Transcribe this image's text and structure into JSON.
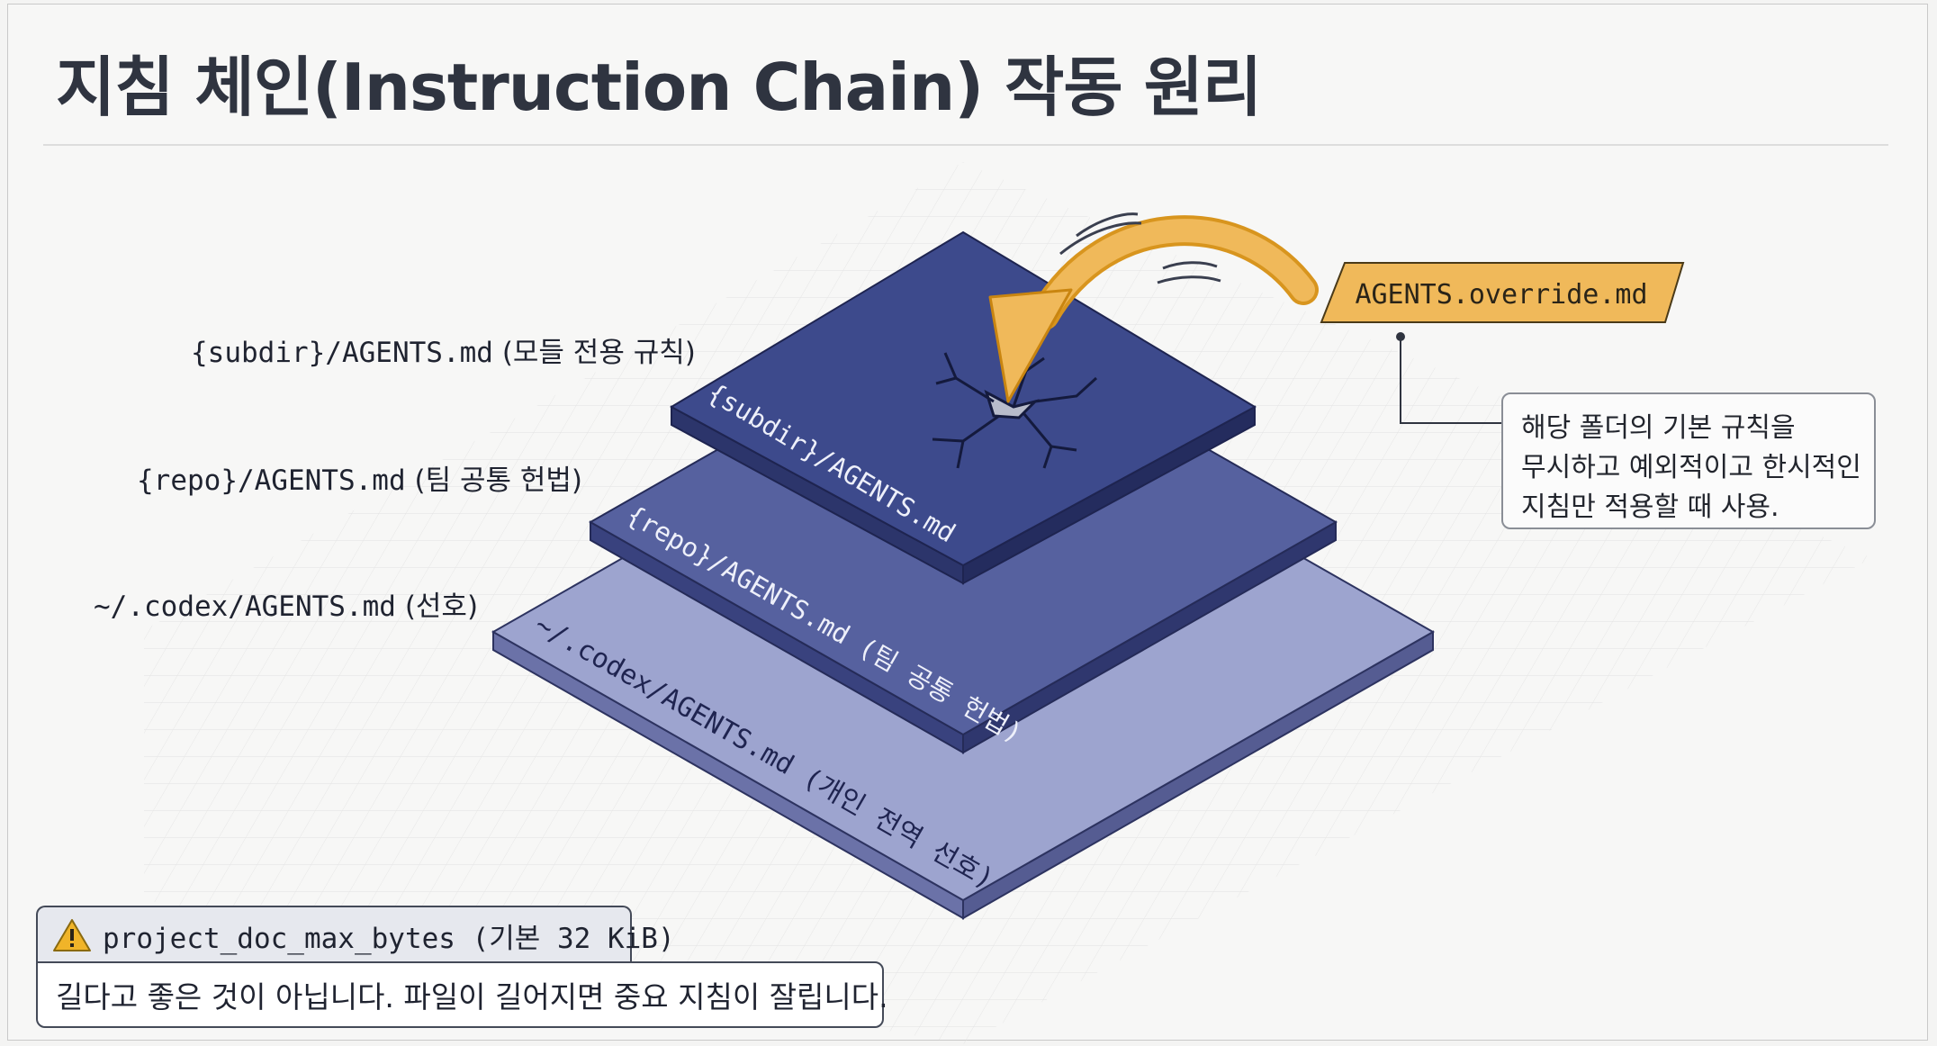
{
  "title": "지침 체인(Instruction Chain) 작동 원리",
  "layers": [
    {
      "label": "{subdir}/AGENTS.md",
      "side_label_path": "{subdir}/AGENTS.md",
      "side_label_note": "(모들 전용 규칙)",
      "color": "#3d4a8c"
    },
    {
      "label": "{repo}/AGENTS.md (팀 공통 헌법)",
      "side_label_path": "{repo}/AGENTS.md",
      "side_label_note": "(팀 공통 헌법)",
      "color": "#56619f"
    },
    {
      "label": "~/.codex/AGENTS.md (개인 전역 선호)",
      "side_label_path": "~/.codex/AGENTS.md",
      "side_label_note": "(선호)",
      "color": "#9da4cf"
    }
  ],
  "override": {
    "label": "AGENTS.override.md",
    "color": "#f0b95a",
    "note_lines": [
      "해당 폴더의 기본 규칙을",
      "무시하고 예외적이고 한시적인",
      "지침만 적용할 때 사용."
    ]
  },
  "warning": {
    "icon": "warning-icon",
    "heading": "project_doc_max_bytes (기본 32 KiB)",
    "body": "길다고 좋은 것이 아닙니다. 파일이 길어지면 중요 지침이 잘립니다."
  }
}
